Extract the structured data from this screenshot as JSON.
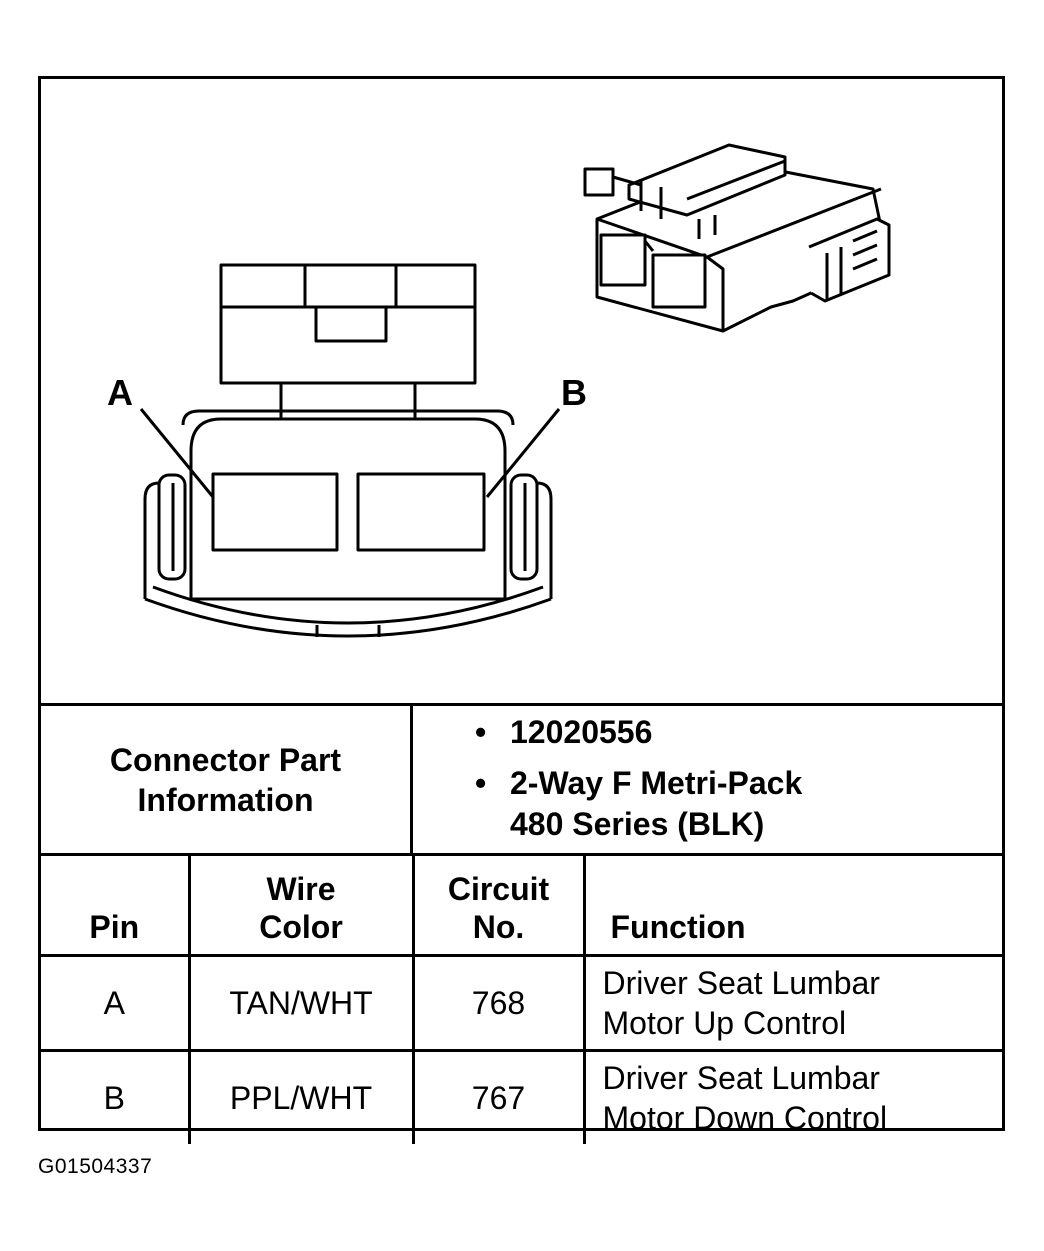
{
  "drawing": {
    "pin_a_label": "A",
    "pin_b_label": "B"
  },
  "connector_info": {
    "label_line1": "Connector Part",
    "label_line2": "Information",
    "items": [
      {
        "lines": [
          "12020556"
        ]
      },
      {
        "lines": [
          "2-Way F Metri-Pack",
          "480 Series (BLK)"
        ]
      }
    ],
    "bullet": "•"
  },
  "pin_table": {
    "headers": {
      "pin": "Pin",
      "wire_color_line1": "Wire",
      "wire_color_line2": "Color",
      "circuit_line1": "Circuit",
      "circuit_line2": "No.",
      "function": "Function"
    },
    "rows": [
      {
        "pin": "A",
        "wire_color": "TAN/WHT",
        "circuit": "768",
        "function_line1": "Driver Seat Lumbar",
        "function_line2": "Motor Up Control"
      },
      {
        "pin": "B",
        "wire_color": "PPL/WHT",
        "circuit": "767",
        "function_line1": "Driver Seat Lumbar",
        "function_line2": "Motor Down Control"
      }
    ]
  },
  "figure_id": "G01504337"
}
